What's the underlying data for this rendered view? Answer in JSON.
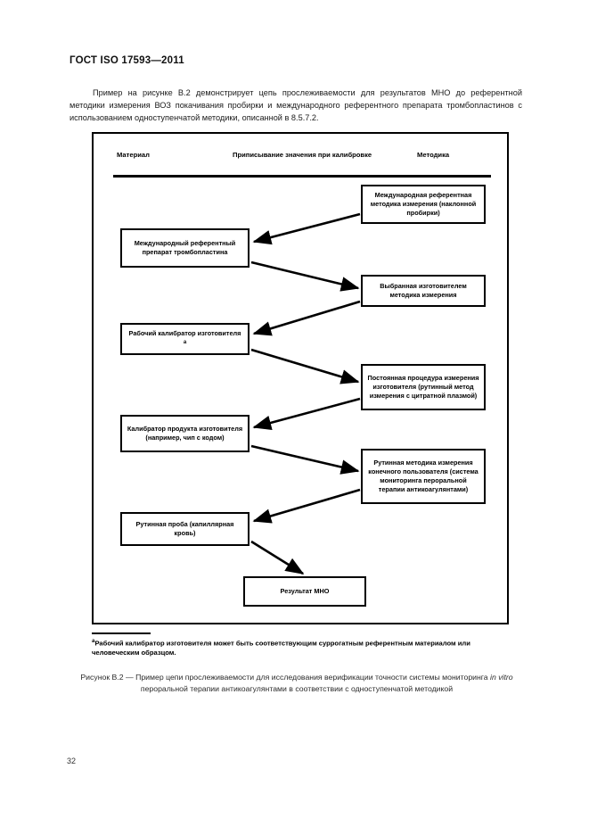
{
  "document": {
    "standard_title": "ГОСТ  ISO 17593—2011",
    "page_number": "32",
    "intro_paragraph": "Пример на рисунке В.2 демонстрирует цепь прослеживаемости для результатов МНО до референтной методики измерения ВОЗ покачивания пробирки и международного референтного препарата тромбопластинов с использованием одноступенчатой методики, описанной в 8.5.7.2."
  },
  "figure": {
    "columns": {
      "material": "Материал",
      "assignment": "Приписывание значения при калибровке",
      "method": "Методика"
    },
    "nodes": {
      "international_reference_preparation": "Международный референтный препарат тромбопластина",
      "working_calibrator": "Рабочий калибратор изготовителя",
      "working_calibrator_footnote_marker": "a",
      "product_calibrator": "Калибратор продукта изготовителя (например, чип с кодом)",
      "routine_sample": "Рутинная проба (капиллярная кровь)",
      "international_reference_measurement_procedure": "Международная референтная методика измерения (наклонной пробирки)",
      "selected_measurement_procedure": "Выбранная изготовителем методика измерения",
      "permanent_measurement_procedure": "Постоянная процедура измерения изготовителя (рутинный метод измерения с цитратной плазмой)",
      "routine_measurement_procedure": "Рутинная методика измерения конечного пользователя (система мониторинга пероральной терапии антикоагулянтами)",
      "result": "Результат МНО"
    },
    "footnote": {
      "marker": "a",
      "text": "Рабочий калибратор изготовителя может быть соответствующим суррогатным референтным материалом или человеческим образцом."
    },
    "caption": {
      "label": "Рисунок  В.2 — ",
      "text_before_italic": "Пример цепи прослеживаемости для исследования верификации точности системы мониторинга ",
      "italic": "in vitro",
      "text_after_italic": " пероральной терапии антикоагулянтами в соответствии с одноступенчатой методикой"
    }
  }
}
